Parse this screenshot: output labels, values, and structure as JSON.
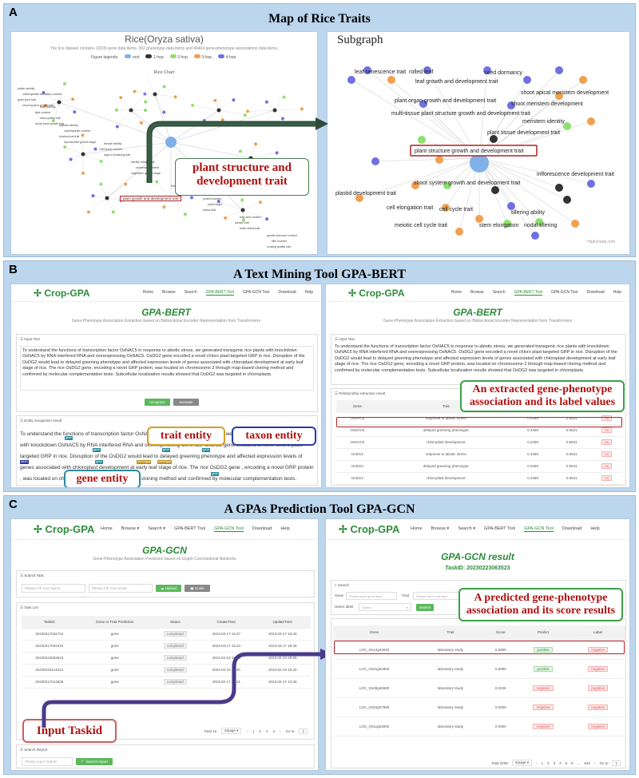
{
  "panelA": {
    "label": "A",
    "title": "Map of Rice Traits",
    "left": {
      "heading": "Rice(Oryza sativa)",
      "subheading": "The rice dataset contains 19109 gene data items, 392 phenotype data items and 46464 gene-phenotype associations data items.",
      "legend_title": "Figure legends:",
      "legend": [
        {
          "name": "root",
          "color": "#7fb0e8"
        },
        {
          "name": "1-hop",
          "color": "#333333"
        },
        {
          "name": "2-hop",
          "color": "#90e070"
        },
        {
          "name": "3-hop",
          "color": "#f0a050"
        },
        {
          "name": "4-hop",
          "color": "#7070e0"
        }
      ],
      "chart_title": "Rice Chart",
      "highlight_label": "plant growth and development trait",
      "small_labels": [
        "pollen sterility",
        "male sterility",
        "spikelet sterility",
        "female sterility",
        "sterility related trait",
        "seedling vigor",
        "protein content",
        "fatty acid content",
        "growth hormone content",
        "carbohydrate derivative content",
        "lipid content",
        "carbohydrate content",
        "chlorophyll content",
        "carotenoid content",
        "leaf senescence trait",
        "plant height",
        "panicle trait",
        "tiller number",
        "grain yield trait",
        "seed quality trait",
        "biochemical trait",
        "days to flowering trait",
        "vegetative growth stage",
        "plant growth and development trait",
        "stress trait",
        "biotic stress trait",
        "cooking quality trait",
        "shoot system growth trait",
        "whole plant growth trait",
        "reproductive growth stage"
      ]
    },
    "callout": "plant structure and development trait",
    "right": {
      "title": "Subgraph",
      "highlight_label": "plant structure growth and development trait",
      "credit": "Highcharts.com",
      "labels": [
        "leaf senescence trait",
        "rolled leaf",
        "seed dormancy",
        "leaf growth and development trait",
        "plant organ growth and development trait",
        "shoot apical meristem development",
        "shoot meristem development",
        "multi-tissue plant structure growth and development trait",
        "meristem identity",
        "plant tissue development trait",
        "inflorescence development trait",
        "plastid development trait",
        "shoot system growth and development trait",
        "cell elongation trait",
        "cell cycle trait",
        "tillering ability",
        "meiotic cell cycle trait",
        "stem elongation",
        "nodal tillering"
      ]
    }
  },
  "panelB": {
    "label": "B",
    "title": "A Text Mining Tool GPA-BERT",
    "logo": "Crop-GPA",
    "nav": [
      "Home",
      "Browse",
      "Search",
      "GPA-BERT Tool",
      "GPA-GCN Tool",
      "Download",
      "Help"
    ],
    "active_nav": "GPA-BERT Tool",
    "tool_title": "GPA-BERT",
    "tool_subtitle": "Gene-Phenotype Association Extraction based on Bidirectional Encoder Representation from Transformers",
    "input_title": "Input Text",
    "input_text": "To understand the functions of transcription factor OsNAC5 in response to abiotic stress, we generated transgenic rice plants with knockdown OsNAC5 by RNA interfered RNA and overexpressing OsNAC5. OsDG2 gene encoded a novel chloro plast-targeted GRP in rice. Disruption of the OsDG2 would lead to delayed greening phenotype and affected expression levels of genes associated with chloroplast development at early leaf stage of rice. The rice OsDG2 gene, encoding a novel GRP protein, was located on chromosome 2 through map-based cloning method and confirmed by molecular complementation tests. Subcellular localization results showed that OsDG2 was targeted in chloroplasts.",
    "buttons": [
      "recognize",
      "example"
    ],
    "entity_title": "Entity recognition result",
    "entity_text": "To understand the functions of transcription factor OsNAC5 in response to abiotic stress , we generated transgenic rice plants with knockdown OsNAC5 by RNA interfered RNA and overexpressing OsNAC5. OsDG2 gene encoded a novel chloro plast-targeted GRP in rice. Disruption of the OsDG2 would lead to delayed greening phenotype and affected expression levels of genes associated with chloroplast development at early leaf stage of rice. The rice OsDG2 gene , encoding a novel GRP protein , was located on chromosome 2 through map-based cloning method and confirmed by molecular complementation tests. Subcellular localization results showed that OsDG2 was targeted in chloroplasts.",
    "tags": {
      "gene": "gene",
      "taxon": "taxon",
      "trait": "phenotype"
    },
    "callouts": {
      "trait": "trait entity",
      "taxon": "taxon entity",
      "gene": "gene entity",
      "extract": "An extracted gene-phenotype association and its label values"
    },
    "relation_title": "Relationship extraction result",
    "relation_headers": [
      "Gene",
      "Trait",
      "P_value",
      "N_value",
      "Label"
    ],
    "relation_rows": [
      [
        "OsNAC5",
        "response to abiotic stress",
        "0.4469",
        "0.5531",
        "no"
      ],
      [
        "OsNAC5",
        "delayed greening phenotype",
        "0.4469",
        "0.5531",
        "no"
      ],
      [
        "OsNAC5",
        "chloroplast development",
        "0.4469",
        "0.5531",
        "no"
      ],
      [
        "OsDG2",
        "response to abiotic stress",
        "0.4469",
        "0.5531",
        "no"
      ],
      [
        "OsDG2",
        "delayed greening phenotype",
        "0.4469",
        "0.5531",
        "no"
      ],
      [
        "OsDG2",
        "chloroplast development",
        "0.4469",
        "0.5531",
        "no"
      ]
    ]
  },
  "panelC": {
    "label": "C",
    "title": "A GPAs Prediction Tool GPA-GCN",
    "logo": "Crop-GPA",
    "nav": [
      "Home",
      "Browse",
      "Search",
      "GPA-BERT Tool",
      "GPA-GCN Tool",
      "Download",
      "Help"
    ],
    "active_nav": "GPA-GCN Tool",
    "tool_title": "GPA-GCN",
    "tool_subtitle": "Gene-Phenotype Association Prediction based on Graph Convolutional Networks",
    "submit_title": "Submit Task",
    "name_placeholder": "Please Fill Your Name",
    "email_placeholder": "Please Fill Your Email",
    "upload_btn": "Upload",
    "guide_btn": "Guide",
    "tasklist_title": "Task List",
    "task_headers": [
      "TaskID",
      "Gene or Trait Prediction",
      "Status",
      "CreateTime",
      "UpdateTime"
    ],
    "task_rows": [
      [
        "20230317032724",
        "gene",
        "completed",
        "2023-03-17 15:27",
        "2023-03-17 15:40"
      ],
      [
        "20230317032415",
        "gene",
        "completed",
        "2023-03-17 15:24",
        "2023-03-17 15:49"
      ],
      [
        "20230223063523",
        "gene",
        "completed",
        "2023-02-23 18:35",
        "2023-02-23 20:05"
      ],
      [
        "20230223114013",
        "gene",
        "completed",
        "2023-02-23 11:40",
        "2023-02-23 15:44"
      ],
      [
        "20230217013628",
        "gene",
        "completed",
        "2023-02-17 13:21",
        "2023-02-17 13:36"
      ]
    ],
    "task_pager": {
      "total": "Total 16",
      "per_page": "5/page",
      "pages": [
        "1",
        "2",
        "3",
        "4"
      ],
      "goto": "Go to",
      "goto_val": "1"
    },
    "search_report_title": "Search Report",
    "taskid_placeholder": "Please Input TaskID",
    "search_report_btn": "Search report",
    "taskid_callout": "Input Taskid",
    "result_title": "GPA-GCN result",
    "task_id": "TaskID: 20230223063523",
    "search_title": "Search",
    "gene_label": "Gene",
    "gene_placeholder": "Please input gene label",
    "trait_label": "Trait",
    "trait_placeholder": "Please input trait label",
    "select_label": "Select label",
    "select_value": "Select",
    "search_btn": "Search",
    "predict_callout": "A predicted gene-phenotype association and its score results",
    "result_headers": [
      "Gene",
      "Trait",
      "Score",
      "Predict",
      "Label"
    ],
    "result_rows": [
      [
        "LOC_Os12g44630",
        "laboratory study",
        "0.5800",
        "positive",
        "negative"
      ],
      [
        "LOC_Os01g02960",
        "laboratory study",
        "0.5090",
        "positive",
        "negative"
      ],
      [
        "LOC_Os08g45580",
        "laboratory study",
        "0.0226",
        "negative",
        "negative"
      ],
      [
        "LOC_Os04g07880",
        "laboratory study",
        "0.0000",
        "negative",
        "negative"
      ],
      [
        "LOC_Os11g03000",
        "laboratory study",
        "0.0000",
        "negative",
        "negative"
      ]
    ],
    "result_pager": {
      "total": "Total 3208",
      "per_page": "5/page",
      "pages": [
        "1",
        "2",
        "3",
        "4",
        "5",
        "6",
        "...",
        "640"
      ],
      "goto": "Go to",
      "goto_val": "1"
    }
  }
}
